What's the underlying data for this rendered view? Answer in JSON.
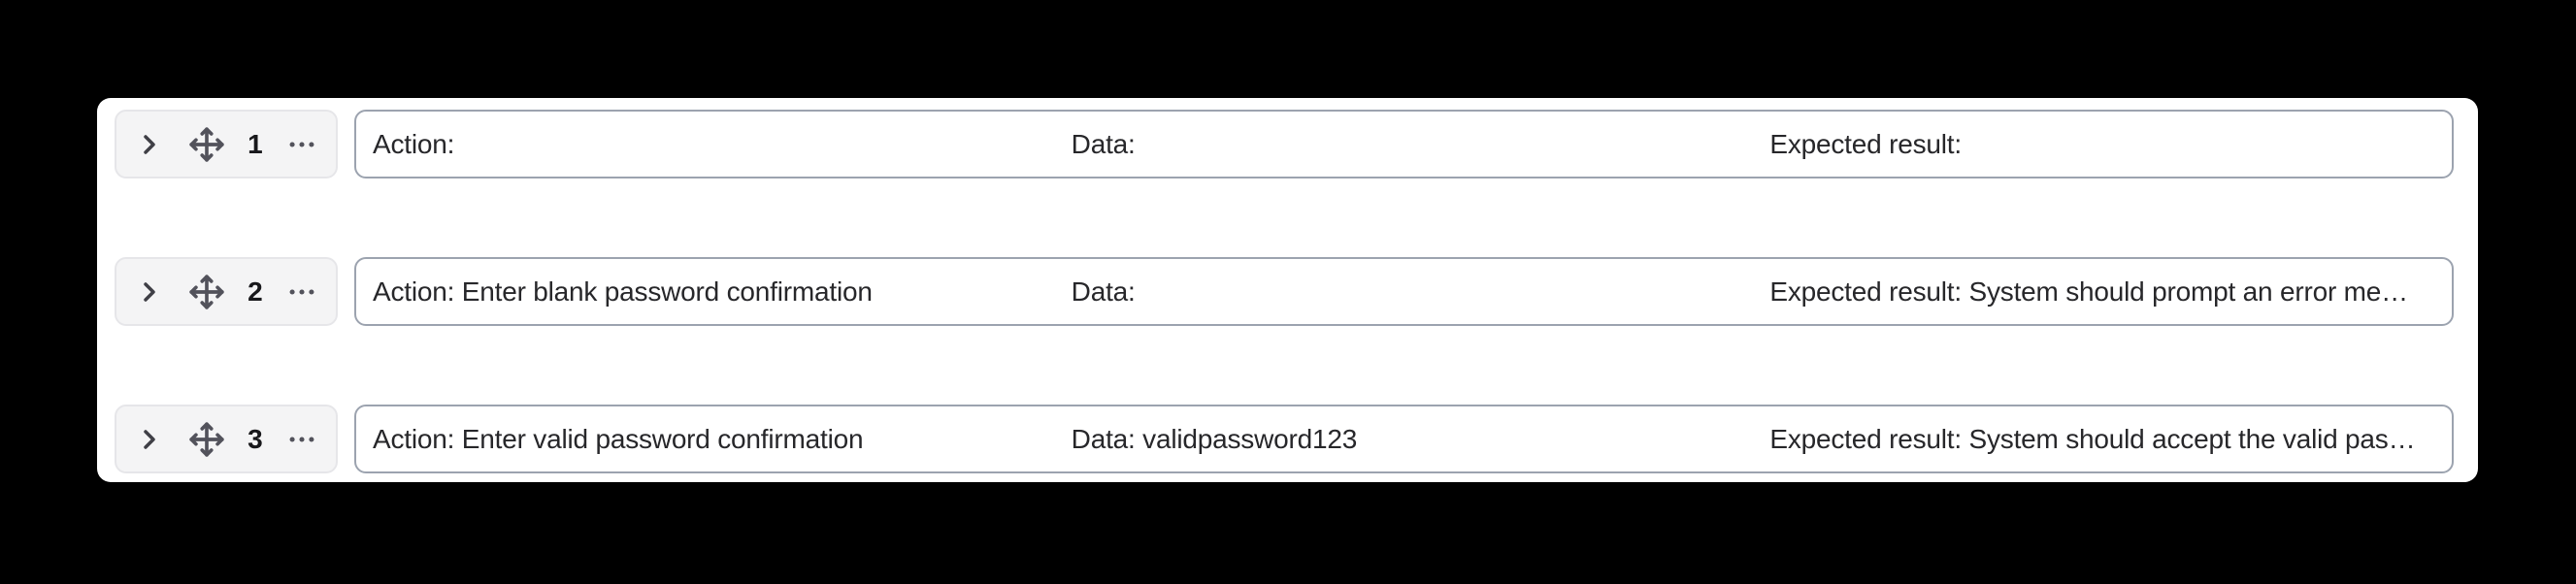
{
  "colors": {
    "page_background": "#000000",
    "card_background": "#ffffff",
    "controls_background": "#f4f4f5",
    "controls_border": "#e6e6e9",
    "field_border": "#9ca3af",
    "text": "#27272a",
    "step_number_text": "#18181b",
    "icon": "#52525b"
  },
  "icons": {
    "expand": "chevron-right-icon",
    "drag": "move-icon",
    "menu": "ellipsis-icon"
  },
  "steps": [
    {
      "number": "1",
      "action": "Action:",
      "data": "Data:",
      "expected": "Expected result:"
    },
    {
      "number": "2",
      "action": "Action: Enter blank password confirmation",
      "data": "Data:",
      "expected": "Expected result: System should prompt an error me…"
    },
    {
      "number": "3",
      "action": "Action: Enter valid password confirmation",
      "data": "Data: validpassword123",
      "expected": "Expected result: System should accept the valid pas…"
    }
  ]
}
